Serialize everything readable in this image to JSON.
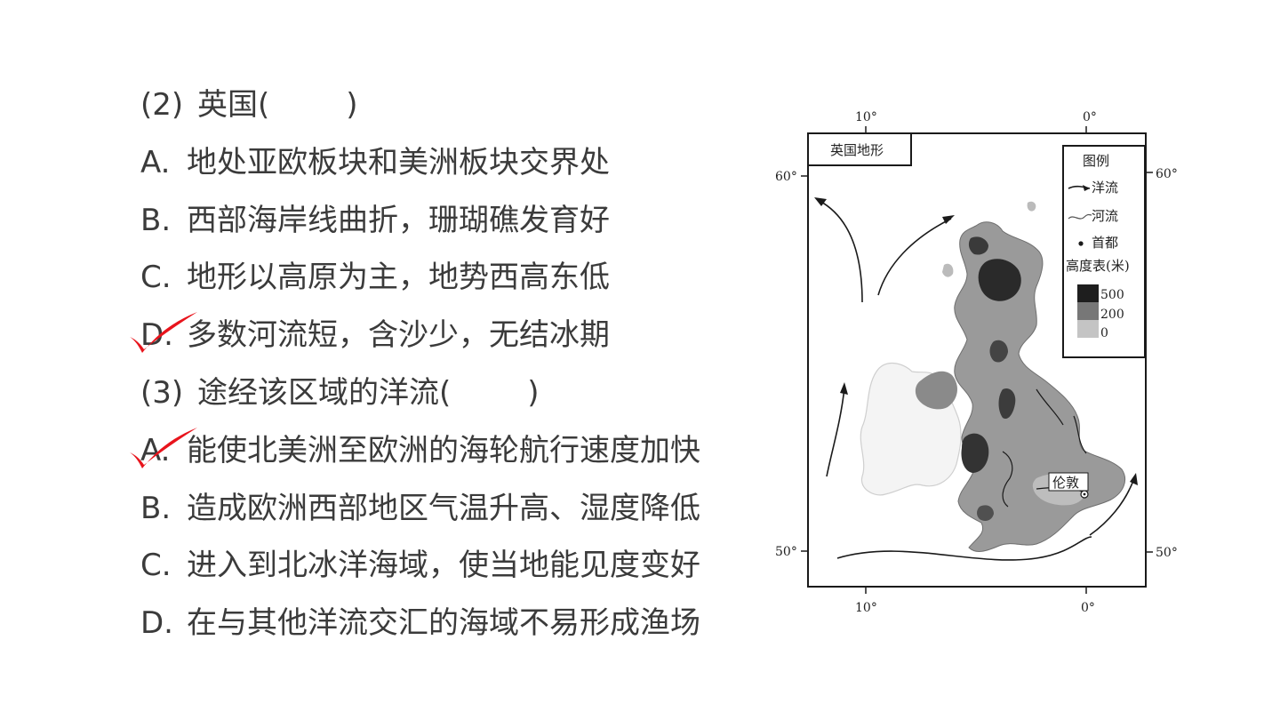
{
  "questions": [
    {
      "label": "(2)",
      "text": "英国(",
      "close": ")",
      "stem": true
    },
    {
      "label": "A.",
      "text": "地处亚欧板块和美洲板块交界处"
    },
    {
      "label": "B.",
      "text": "西部海岸线曲折，珊瑚礁发育好"
    },
    {
      "label": "C.",
      "text": "地形以高原为主，地势西高东低"
    },
    {
      "label": "D.",
      "text": "多数河流短，含沙少，无结冰期",
      "checked": true
    },
    {
      "label": "(3)",
      "text": "途经该区域的洋流(",
      "close": ")",
      "stem": true
    },
    {
      "label": "A.",
      "text": "能使北美洲至欧洲的海轮航行速度加快",
      "checked": true
    },
    {
      "label": "B.",
      "text": "造成欧洲西部地区气温升高、湿度降低"
    },
    {
      "label": "C.",
      "text": "进入到北冰洋海域，使当地能见度变好"
    },
    {
      "label": "D.",
      "text": "在与其他洋流交汇的海域不易形成渔场"
    }
  ],
  "map": {
    "title": "英国地形",
    "coords": {
      "top_left": "10°",
      "top_right": "0°",
      "bottom_left": "10°",
      "bottom_right": "0°",
      "left_top": "60°",
      "left_bottom": "50°",
      "right_top": "60°",
      "right_bottom": "50°"
    },
    "legend": {
      "title": "图例",
      "current": "洋流",
      "river": "河流",
      "capital": "首都",
      "elevation_title": "高度表(米)",
      "levels": [
        "500",
        "200",
        "0"
      ],
      "level_colors": [
        "#1e1e1e",
        "#777777",
        "#c4c4c4"
      ]
    },
    "city": "伦敦"
  },
  "colors": {
    "text": "#3b3b3b",
    "check": "#e8141c"
  }
}
